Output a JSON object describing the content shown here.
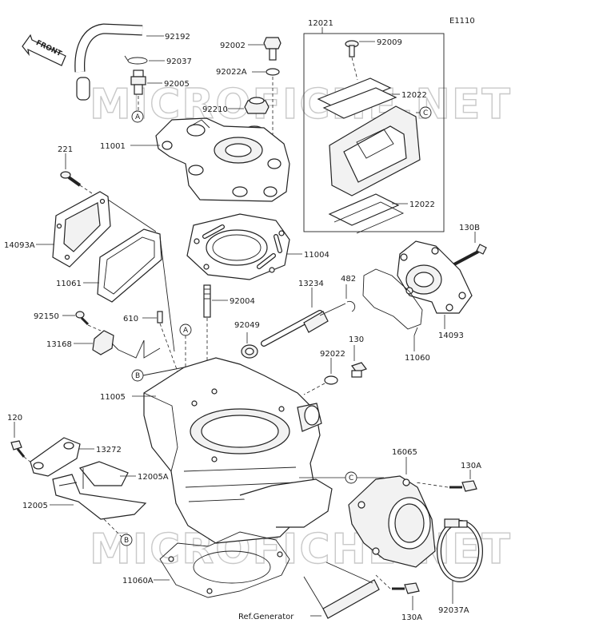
{
  "diagram_code": "E1110",
  "front_label": "FRONT",
  "watermark": "MICROFICHE.NET",
  "ref_note": "Ref.Generator",
  "parts": {
    "p92192": "92192",
    "p92037": "92037",
    "p92005": "92005",
    "p92002": "92002",
    "p92022A": "92022A",
    "p92210": "92210",
    "p11001": "11001",
    "p12021": "12021",
    "p92009": "92009",
    "p12022a": "12022",
    "p12022b": "12022",
    "p221": "221",
    "p14093A": "14093A",
    "p11061": "11061",
    "p11004": "11004",
    "p130B": "130B",
    "p13234": "13234",
    "p482": "482",
    "p92004": "92004",
    "p92150": "92150",
    "p610": "610",
    "p13168": "13168",
    "p92049": "92049",
    "p14093": "14093",
    "p92022": "92022",
    "p130": "130",
    "p11060": "11060",
    "p11005": "11005",
    "p120": "120",
    "p13272": "13272",
    "p12005A": "12005A",
    "p12005": "12005",
    "p16065": "16065",
    "p130A_top": "130A",
    "p130A_bottom": "130A",
    "p11060A": "11060A",
    "p92037A": "92037A"
  },
  "callouts": {
    "A1": "A",
    "A2": "A",
    "B1": "B",
    "B2": "B",
    "C1": "C",
    "C2": "C"
  }
}
